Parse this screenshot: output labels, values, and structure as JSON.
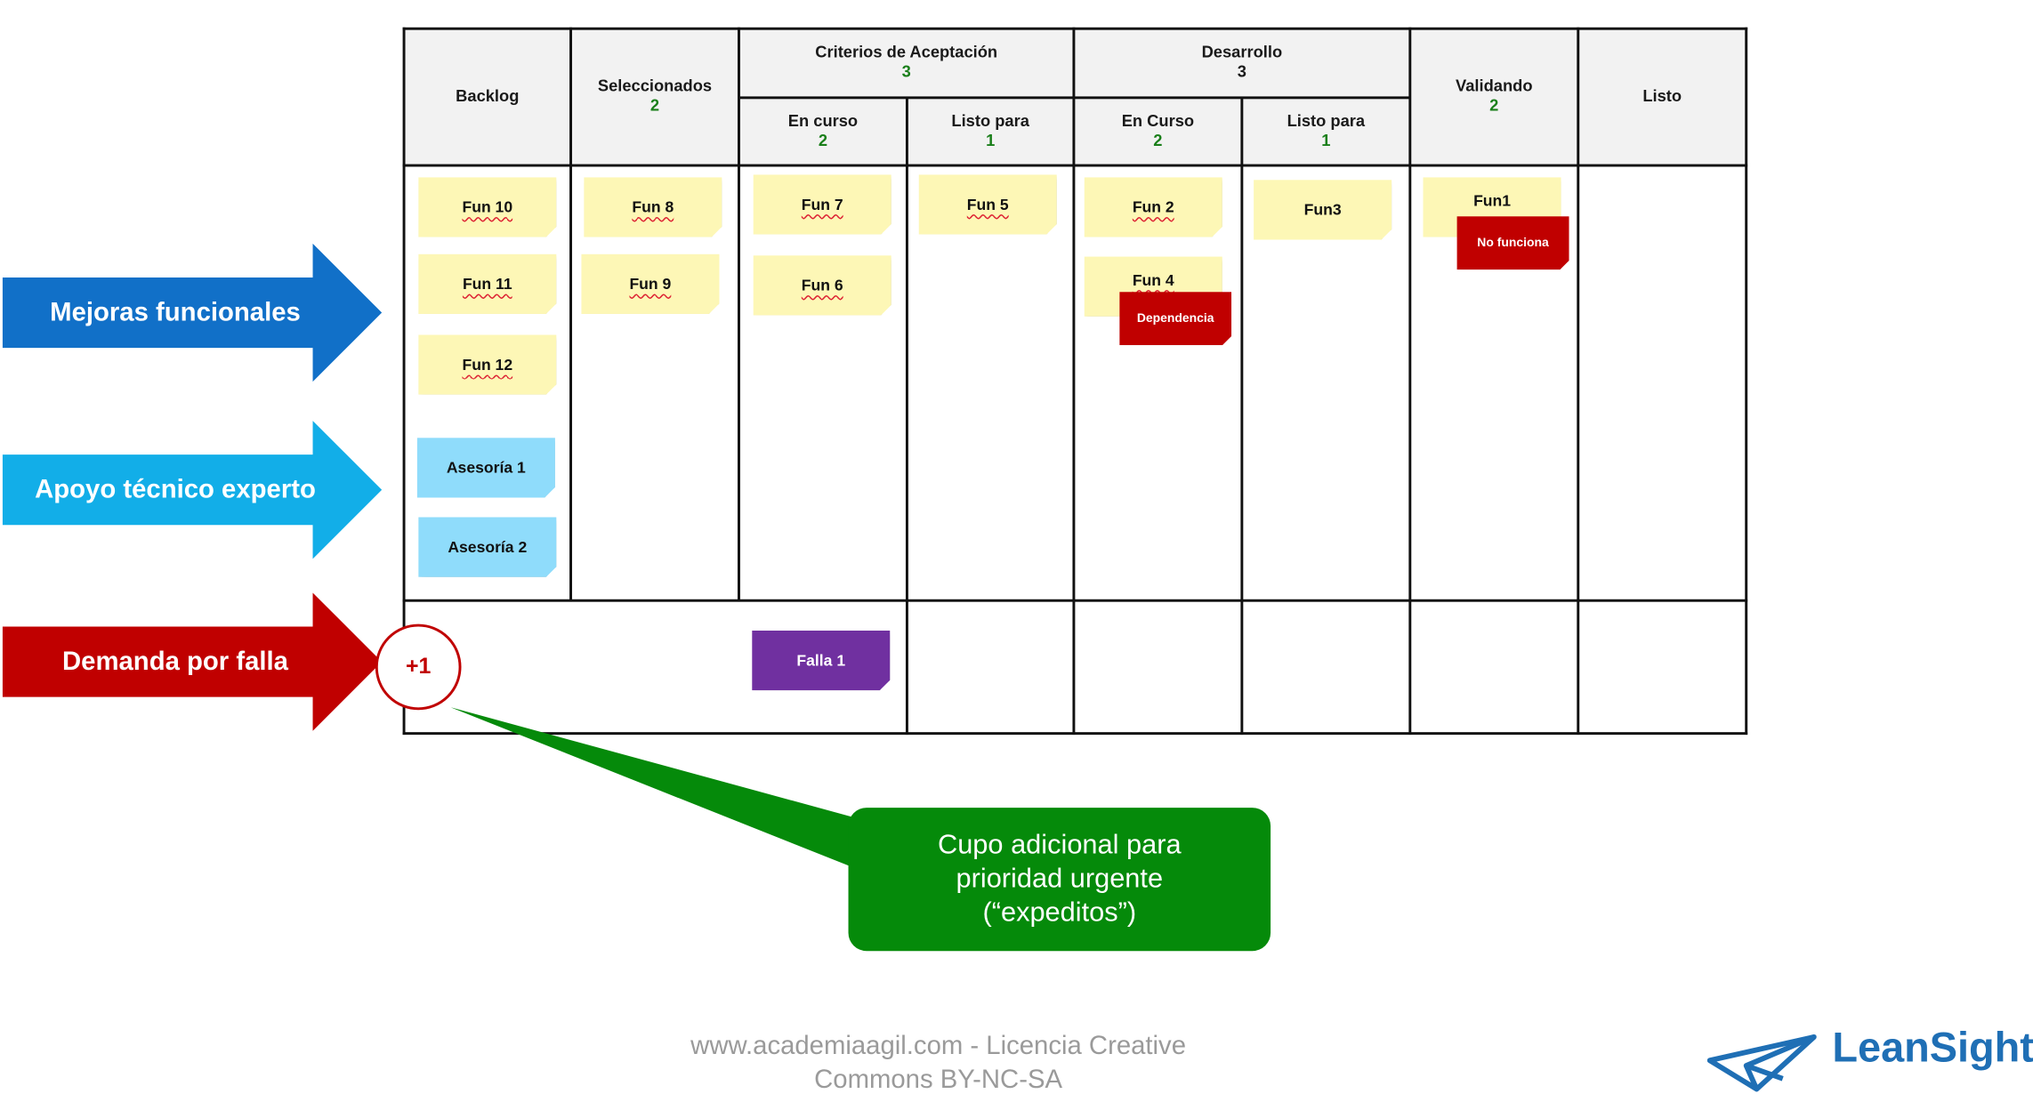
{
  "board": {
    "columns": {
      "backlog": {
        "label": "Backlog"
      },
      "seleccionados": {
        "label": "Seleccionados",
        "wip": "2"
      },
      "criterios": {
        "label": "Criterios de Aceptación",
        "wip": "3"
      },
      "criterios_en_curso": {
        "label": "En curso",
        "wip": "2"
      },
      "criterios_listo": {
        "label": "Listo para",
        "wip": "1"
      },
      "desarrollo": {
        "label": "Desarrollo",
        "wip": "3"
      },
      "desarrollo_en_curso": {
        "label": "En Curso",
        "wip": "2"
      },
      "desarrollo_listo": {
        "label": "Listo para",
        "wip": "1"
      },
      "validando": {
        "label": "Validando",
        "wip": "2"
      },
      "listo": {
        "label": "Listo"
      }
    },
    "cards": {
      "fun10": "Fun 10",
      "fun11": "Fun 11",
      "fun12": "Fun 12",
      "asesoria1": "Asesoría 1",
      "asesoria2": "Asesoría 2",
      "fun8": "Fun 8",
      "fun9": "Fun 9",
      "fun7": "Fun 7",
      "fun6": "Fun 6",
      "fun5": "Fun 5",
      "fun2": "Fun 2",
      "fun4": "Fun 4",
      "fun3": "Fun3",
      "fun1": "Fun1",
      "falla1": "Falla 1"
    },
    "tags": {
      "no_funciona": "No funciona",
      "dependencia": "Dependencia"
    },
    "expedite_slot": "+1"
  },
  "arrows": {
    "mejoras": {
      "label": "Mejoras funcionales",
      "color": "#1170c8"
    },
    "apoyo": {
      "label": "Apoyo técnico experto",
      "color": "#12aee8"
    },
    "demanda": {
      "label": "Demanda por falla",
      "color": "#c00000"
    }
  },
  "callout": {
    "line1": "Cupo adicional para",
    "line2": "prioridad urgente",
    "line3": "(“expeditos”)",
    "color": "#058a0a"
  },
  "footer": {
    "line1": "www.academiaagil.com - Licencia Creative",
    "line2": "Commons BY-NC-SA"
  },
  "logo": {
    "text": "LeanSight",
    "color": "#1f6fb5"
  }
}
